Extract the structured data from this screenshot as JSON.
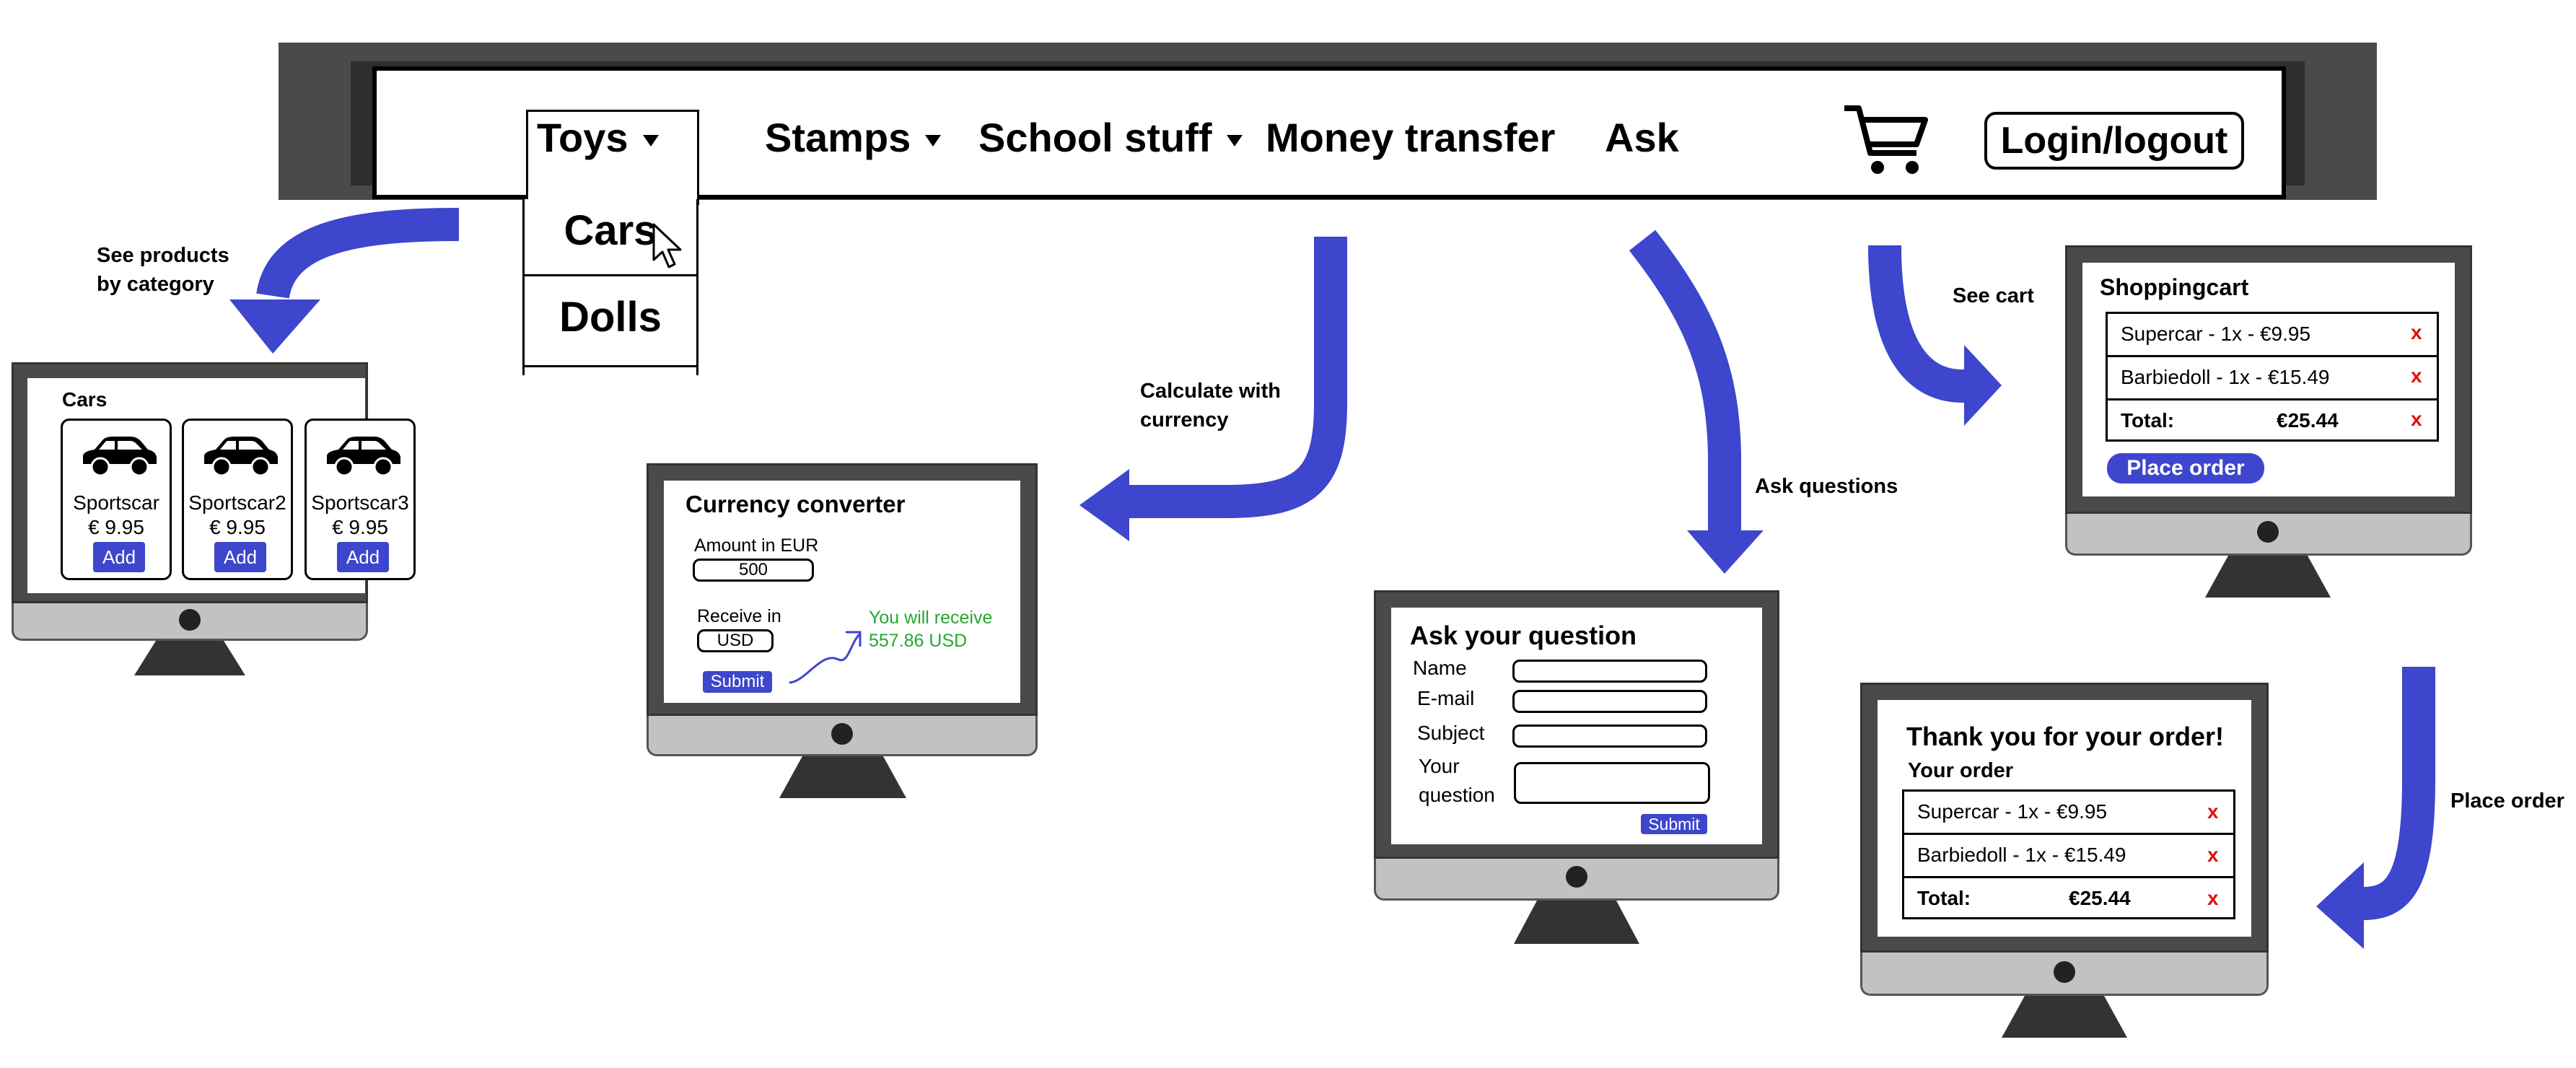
{
  "nav": {
    "toys": "Toys",
    "stamps": "Stamps",
    "school": "School stuff",
    "money": "Money transfer",
    "ask": "Ask",
    "login": "Login/logout"
  },
  "dropdown": {
    "items": [
      "Cars",
      "Dolls"
    ]
  },
  "labels": {
    "products": "See products\nby category",
    "currency": "Calculate with\ncurrency",
    "questions": "Ask questions",
    "cart": "See cart",
    "order": "Place order"
  },
  "cars_screen": {
    "title": "Cars",
    "products": [
      {
        "name": "Sportscar",
        "price": "€ 9.95",
        "button": "Add"
      },
      {
        "name": "Sportscar2",
        "price": "€ 9.95",
        "button": "Add"
      },
      {
        "name": "Sportscar3",
        "price": "€ 9.95",
        "button": "Add"
      }
    ]
  },
  "currency_screen": {
    "title": "Currency converter",
    "amount_label": "Amount in EUR",
    "amount_value": "500",
    "receive_label": "Receive in",
    "receive_value": "USD",
    "submit": "Submit",
    "result_line1": "You will receive",
    "result_line2": "557.86 USD"
  },
  "question_screen": {
    "title": "Ask your question",
    "fields": [
      "Name",
      "E-mail",
      "Subject"
    ],
    "question_label_1": "Your",
    "question_label_2": "question",
    "submit": "Submit"
  },
  "cart_screen": {
    "title": "Shoppingcart",
    "rows": [
      {
        "item": "Supercar - 1x - €9.95",
        "remove": "x"
      },
      {
        "item": "Barbiedoll - 1x - €15.49",
        "remove": "x"
      }
    ],
    "total_label": "Total:",
    "total_value": "€25.44",
    "total_remove": "x",
    "place_order": "Place order"
  },
  "thanks_screen": {
    "title": "Thank you for your order!",
    "subtitle": "Your order",
    "rows": [
      {
        "item": "Supercar - 1x - €9.95",
        "remove": "x"
      },
      {
        "item": "Barbiedoll - 1x - €15.49",
        "remove": "x"
      }
    ],
    "total_label": "Total:",
    "total_value": "€25.44",
    "total_remove": "x"
  },
  "colors": {
    "arrow": "#3d46cc",
    "frame": "#4a4a4a",
    "bezel": "#c2c2c2",
    "result_green": "#25a82f",
    "remove_red": "#e01010"
  }
}
